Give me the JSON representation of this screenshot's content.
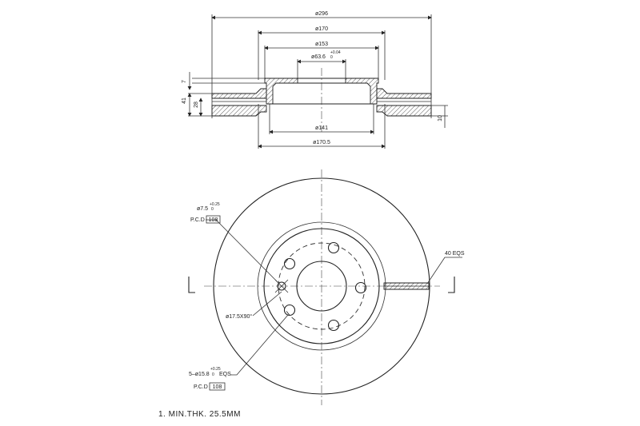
{
  "top_view": {
    "dims": {
      "d296": "ø296",
      "d170": "ø170",
      "d153": "ø153",
      "d63_6": "ø63.6",
      "d63_6_tol_upper": "+0.04",
      "d63_6_tol_lower": "0",
      "d141": "ø141",
      "d170_5": "ø170.5",
      "h7": "7",
      "h41": "41",
      "h28": "28",
      "h10": "10"
    }
  },
  "front_view": {
    "bolt_hole_dia": "ø7.5",
    "bolt_hole_tol_upper": "+0.25",
    "bolt_hole_tol_lower": "0",
    "pcd_label_1": "P.C.D",
    "pcd_value_1": "108",
    "angle_dim": "ø17.5X90°",
    "stud_holes": "5–ø15.8",
    "stud_holes_tol_upper": "+0.25",
    "stud_holes_tol_lower": "0",
    "stud_holes_suffix": "EQS",
    "pcd_label_2": "P.C.D",
    "pcd_value_2": "108",
    "vent_label": "40 EQS"
  },
  "note": {
    "text": "1. MIN.THK. 25.5MM"
  }
}
